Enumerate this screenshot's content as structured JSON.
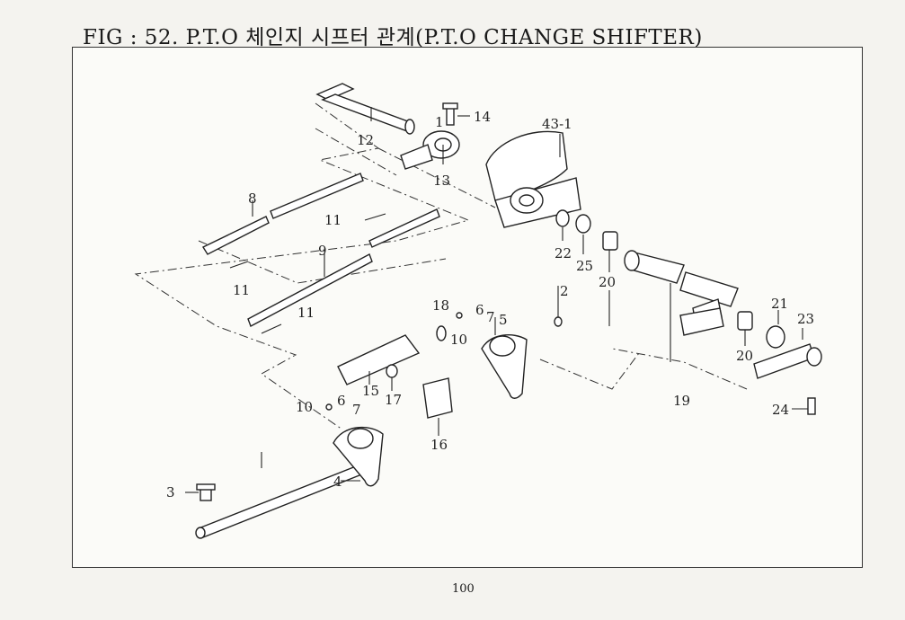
{
  "header": {
    "title": "FIG : 52. P.T.O 체인지 시프터 관계(P.T.O CHANGE SHIFTER)"
  },
  "footer": {
    "page_number": "100"
  },
  "callouts": [
    {
      "id": "c1",
      "text": "1"
    },
    {
      "id": "c2",
      "text": "2"
    },
    {
      "id": "c3",
      "text": "3"
    },
    {
      "id": "c4",
      "text": "4"
    },
    {
      "id": "c5",
      "text": "5"
    },
    {
      "id": "c6a",
      "text": "6"
    },
    {
      "id": "c6b",
      "text": "6"
    },
    {
      "id": "c7a",
      "text": "7"
    },
    {
      "id": "c7b",
      "text": "7"
    },
    {
      "id": "c8",
      "text": "8"
    },
    {
      "id": "c9",
      "text": "9"
    },
    {
      "id": "c10a",
      "text": "10"
    },
    {
      "id": "c10b",
      "text": "10"
    },
    {
      "id": "c11a",
      "text": "11"
    },
    {
      "id": "c11b",
      "text": "11"
    },
    {
      "id": "c11c",
      "text": "11"
    },
    {
      "id": "c12",
      "text": "12"
    },
    {
      "id": "c13",
      "text": "13"
    },
    {
      "id": "c14",
      "text": "14"
    },
    {
      "id": "c15",
      "text": "15"
    },
    {
      "id": "c16",
      "text": "16"
    },
    {
      "id": "c17",
      "text": "17"
    },
    {
      "id": "c18",
      "text": "18"
    },
    {
      "id": "c19",
      "text": "19"
    },
    {
      "id": "c20a",
      "text": "20"
    },
    {
      "id": "c20b",
      "text": "20"
    },
    {
      "id": "c21",
      "text": "21"
    },
    {
      "id": "c22",
      "text": "22"
    },
    {
      "id": "c23",
      "text": "23"
    },
    {
      "id": "c24",
      "text": "24"
    },
    {
      "id": "c25",
      "text": "25"
    },
    {
      "id": "c43",
      "text": "43-1"
    }
  ]
}
